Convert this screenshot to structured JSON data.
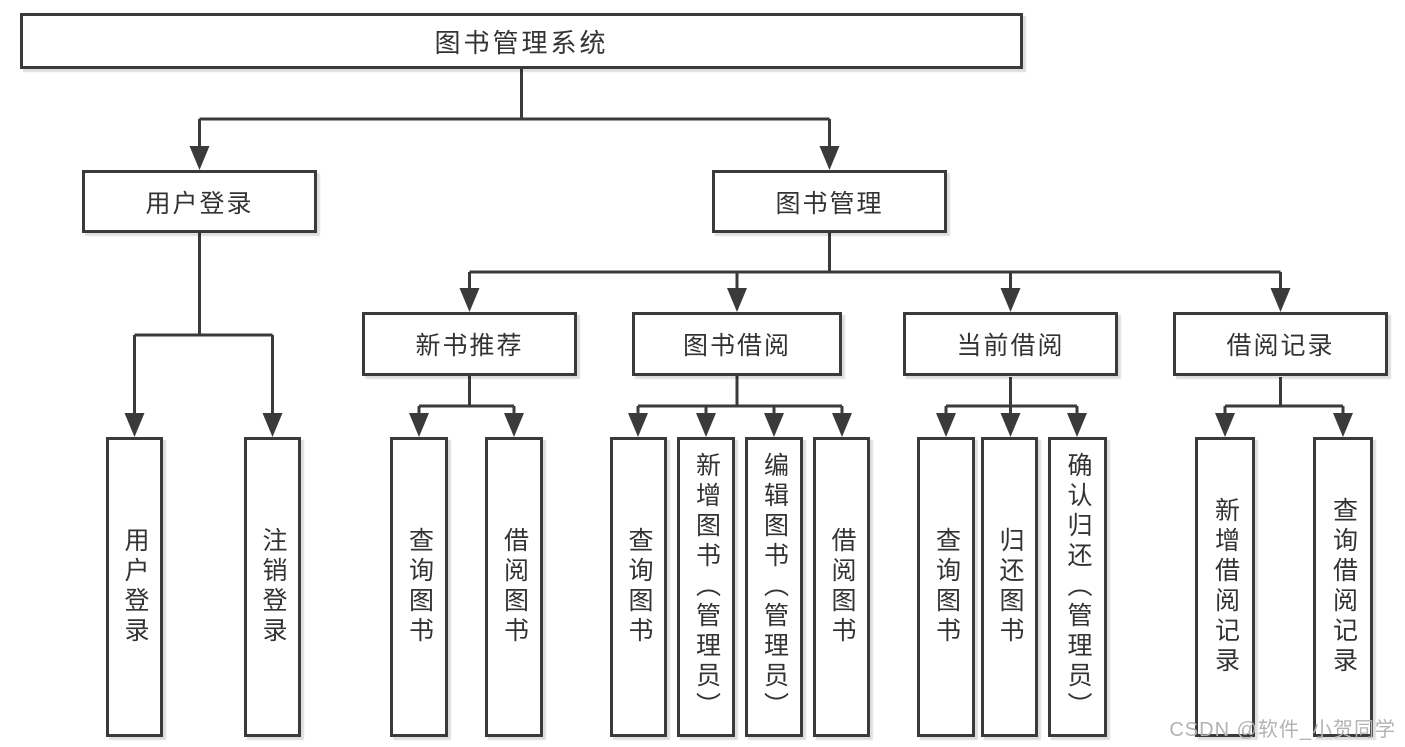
{
  "diagram": {
    "root": {
      "label": "图书管理系统"
    },
    "branches": [
      {
        "label": "用户登录",
        "children": [
          {
            "label": "用户登录"
          },
          {
            "label": "注销登录"
          }
        ]
      },
      {
        "label": "图书管理",
        "children": [
          {
            "label": "新书推荐",
            "children": [
              {
                "label": "查询图书"
              },
              {
                "label": "借阅图书"
              }
            ]
          },
          {
            "label": "图书借阅",
            "children": [
              {
                "label": "查询图书"
              },
              {
                "label": "新增图书（管理员）"
              },
              {
                "label": "编辑图书（管理员）"
              },
              {
                "label": "借阅图书"
              }
            ]
          },
          {
            "label": "当前借阅",
            "children": [
              {
                "label": "查询图书"
              },
              {
                "label": "归还图书"
              },
              {
                "label": "确认归还（管理员）"
              }
            ]
          },
          {
            "label": "借阅记录",
            "children": [
              {
                "label": "新增借阅记录"
              },
              {
                "label": "查询借阅记录"
              }
            ]
          }
        ]
      }
    ]
  },
  "watermark": {
    "text": "CSDN @软件_小贺同学"
  },
  "colors": {
    "line": "#3a3a3a",
    "text": "#333333",
    "box_background": "#ffffff",
    "watermark": "#b3b3b3",
    "background": "#ffffff"
  }
}
